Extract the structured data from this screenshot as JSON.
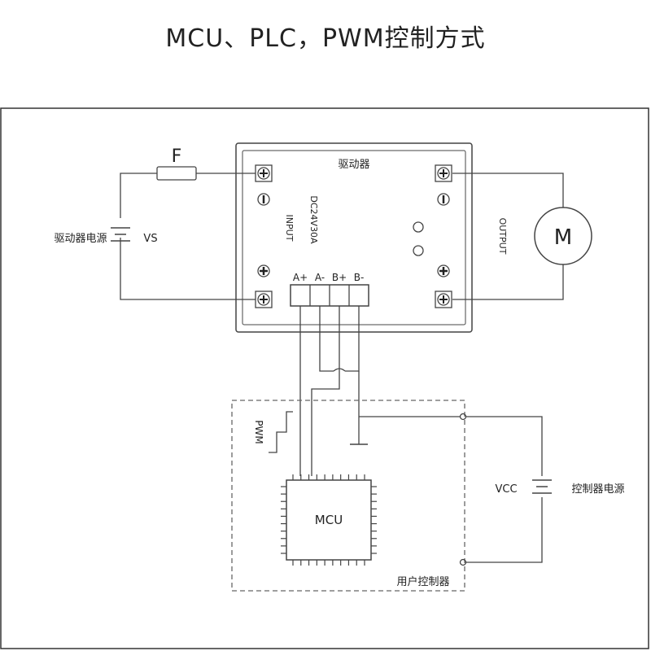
{
  "title": "MCU、PLC，PWM控制方式",
  "driver": {
    "name": "驱动器",
    "input_label": "INPUT",
    "rating": "DC24V30A",
    "output_label": "OUTPUT",
    "terminals": [
      "A+",
      "A-",
      "B+",
      "B-"
    ]
  },
  "fuse_label": "F",
  "motor_label": "M",
  "driver_power": {
    "name": "驱动器电源",
    "voltage": "VS"
  },
  "controller": {
    "name": "用户控制器",
    "mcu_label": "MCU",
    "pwm_label": "PWM",
    "power_name": "控制器电源",
    "power_voltage": "VCC"
  }
}
